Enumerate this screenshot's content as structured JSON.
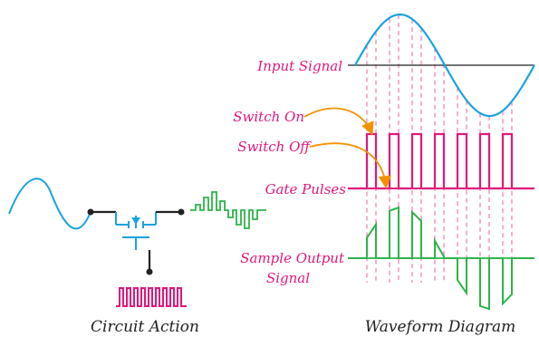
{
  "colors": {
    "signal": "#1aa3e0",
    "pulse": "#e0187a",
    "output": "#2db34a",
    "axis": "#222222",
    "arrow": "#f39200",
    "guide": "#e0187a"
  },
  "labels": {
    "input_signal": "Input Signal",
    "switch_on": "Switch On",
    "switch_off": "Switch Off",
    "gate_pulses": "Gate Pulses",
    "sample_output_line1": "Sample Output",
    "sample_output_line2": "Signal"
  },
  "captions": {
    "circuit": "Circuit Action",
    "waveform": "Waveform Diagram"
  }
}
